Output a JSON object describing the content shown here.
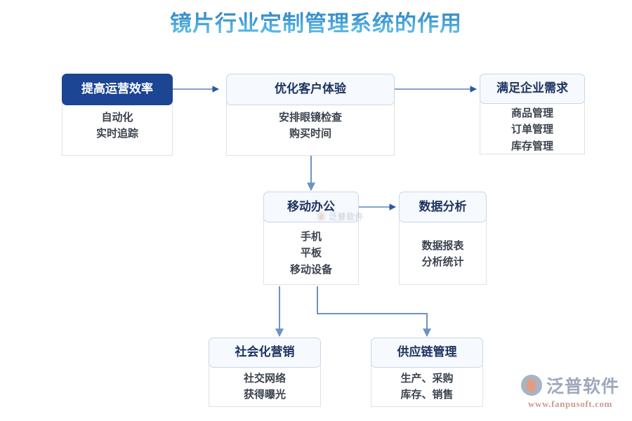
{
  "title": "镜片行业定制管理系统的作用",
  "colors": {
    "title_gradient_top": "#2f7fc4",
    "title_gradient_bottom": "#63c0e8",
    "primary_node_fill": "#1c4593",
    "node_head_fill": "#f6f9fd",
    "node_head_border": "#c8d7ea",
    "node_head_text": "#1d3461",
    "node_body_text": "#3d4450",
    "connector_dark": "#2a57a5",
    "connector_light": "#7f9fc4",
    "brand_text": "#8e9ab2",
    "brand_url": "#c08a7e"
  },
  "nodes": [
    {
      "id": "improve-efficiency",
      "header": "提高运营效率",
      "style": "primary",
      "items": [
        "自动化",
        "实时追踪"
      ]
    },
    {
      "id": "optimize-customer-experience",
      "header": "优化客户体验",
      "style": "light",
      "items": [
        "安排眼镜检查",
        "购买时间"
      ]
    },
    {
      "id": "meet-enterprise-needs",
      "header": "满足企业需求",
      "style": "light",
      "items": [
        "商品管理",
        "订单管理",
        "库存管理"
      ]
    },
    {
      "id": "mobile-office",
      "header": "移动办公",
      "style": "light",
      "items": [
        "手机",
        "平板",
        "移动设备"
      ]
    },
    {
      "id": "data-analysis",
      "header": "数据分析",
      "style": "light",
      "items": [
        "数据报表",
        "分析统计"
      ]
    },
    {
      "id": "social-marketing",
      "header": "社会化营销",
      "style": "light",
      "items": [
        "社交网络",
        "获得曝光"
      ]
    },
    {
      "id": "supply-chain-management",
      "header": "供应链管理",
      "style": "light",
      "items": [
        "生产、采购",
        "库存、销售"
      ]
    }
  ],
  "connectors": [
    {
      "from": "improve-efficiency",
      "to": "optimize-customer-experience",
      "shape": "horizontal"
    },
    {
      "from": "optimize-customer-experience",
      "to": "meet-enterprise-needs",
      "shape": "horizontal"
    },
    {
      "from": "optimize-customer-experience",
      "to": "mobile-office",
      "shape": "vertical"
    },
    {
      "from": "mobile-office",
      "to": "data-analysis",
      "shape": "horizontal"
    },
    {
      "from": "mobile-office",
      "to": "social-marketing",
      "shape": "vertical"
    },
    {
      "from": "mobile-office",
      "to": "supply-chain-management",
      "shape": "elbow"
    }
  ],
  "brand": {
    "name": "泛普软件",
    "url": "www.fanpusoft.com"
  },
  "watermark": {
    "text": "泛普软件"
  }
}
